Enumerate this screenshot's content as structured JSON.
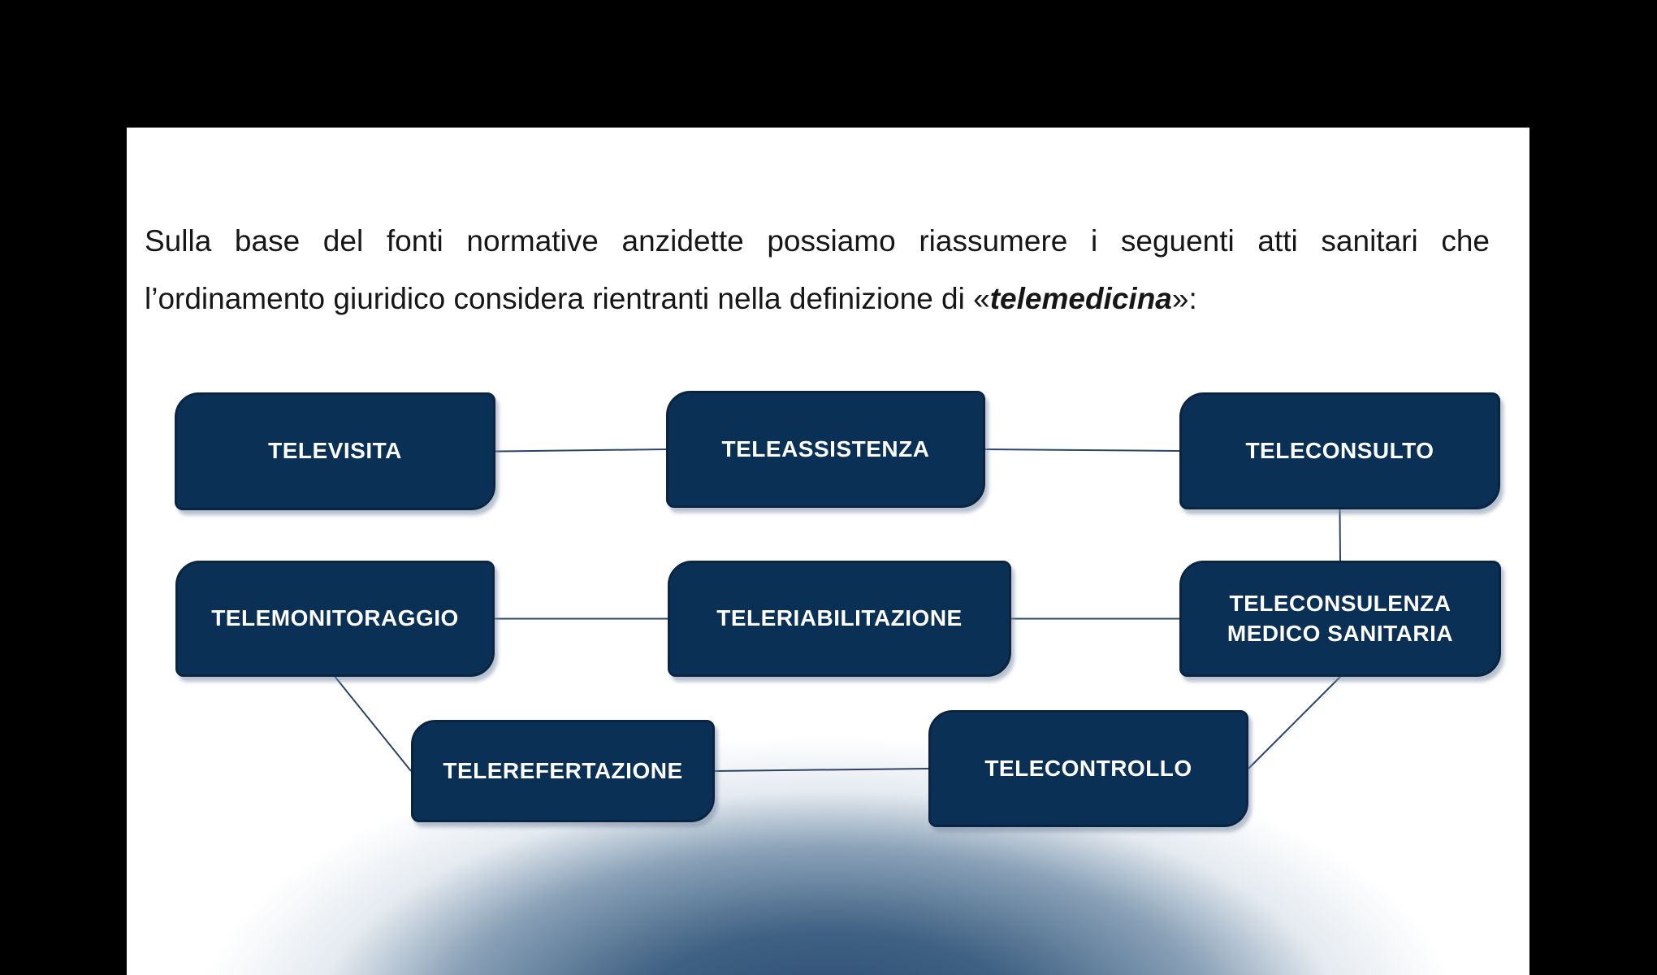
{
  "viewer": {
    "background_color": "#000000"
  },
  "slide": {
    "background_color": "#ffffff"
  },
  "paragraph": {
    "part1": "Sulla base del fonti normative anzidette possiamo riassumere i seguenti atti sanitari che l’ordinamento giuridico considera rientranti nella definizione di «",
    "emphasis": "telemedicina",
    "part2": "»:"
  },
  "diagram": {
    "node_fill": "#0b3056",
    "node_border": "#0a2441",
    "node_text_color": "#ffffff",
    "connector_color": "#2a4568",
    "nodes": [
      {
        "id": "televisita",
        "label": "TELEVISITA"
      },
      {
        "id": "teleassistenza",
        "label": "TELEASSISTENZA"
      },
      {
        "id": "teleconsulto",
        "label": "TELECONSULTO"
      },
      {
        "id": "telemonitoraggio",
        "label": "TELEMONITORAGGIO"
      },
      {
        "id": "teleriabilitazione",
        "label": "TELERIABILITAZIONE"
      },
      {
        "id": "teleconsulenza",
        "label": "TELECONSULENZA MEDICO SANITARIA"
      },
      {
        "id": "telerefertazione",
        "label": "TELEREFERTAZIONE"
      },
      {
        "id": "telecontrollo",
        "label": "TELECONTROLLO"
      }
    ],
    "edges": [
      {
        "from": "televisita",
        "fromSide": "right",
        "to": "teleassistenza",
        "toSide": "left"
      },
      {
        "from": "teleassistenza",
        "fromSide": "right",
        "to": "teleconsulto",
        "toSide": "left"
      },
      {
        "from": "teleconsulto",
        "fromSide": "bottom",
        "to": "teleconsulenza",
        "toSide": "top"
      },
      {
        "from": "telemonitoraggio",
        "fromSide": "right",
        "to": "teleriabilitazione",
        "toSide": "left"
      },
      {
        "from": "teleriabilitazione",
        "fromSide": "right",
        "to": "teleconsulenza",
        "toSide": "left"
      },
      {
        "from": "telemonitoraggio",
        "fromSide": "bottom",
        "to": "telerefertazione",
        "toSide": "left"
      },
      {
        "from": "telerefertazione",
        "fromSide": "right",
        "to": "telecontrollo",
        "toSide": "left"
      },
      {
        "from": "telecontrollo",
        "fromSide": "right",
        "to": "teleconsulenza",
        "toSide": "bottom"
      }
    ]
  }
}
